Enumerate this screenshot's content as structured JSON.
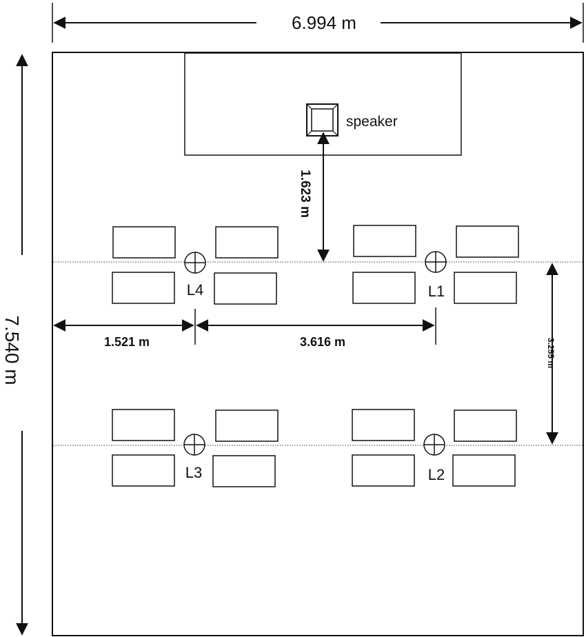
{
  "dimensions": {
    "width_label": "6.994 m",
    "height_label": "7.540 m",
    "speaker_distance_label": "1.623 m",
    "left_offset_label": "1.521 m",
    "listener_spacing_label": "3.616 m",
    "row_spacing_label": "3.255 m"
  },
  "speaker": {
    "label": "speaker",
    "icon": "speaker-icon"
  },
  "listeners": [
    {
      "label": "L4"
    },
    {
      "label": "L1"
    },
    {
      "label": "L3"
    },
    {
      "label": "L2"
    }
  ],
  "colors": {
    "line": "#111111",
    "fill": "#ffffff"
  }
}
